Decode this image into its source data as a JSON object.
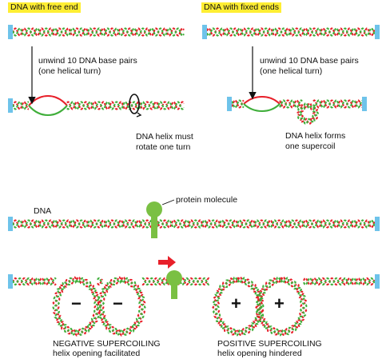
{
  "headers": {
    "free_end": "DNA with free end",
    "fixed_ends": "DNA with fixed ends"
  },
  "labels": {
    "unwind_left": "unwind 10 DNA base pairs\n(one helical turn)",
    "unwind_right": "unwind 10 DNA base pairs\n(one helical turn)",
    "helix_rotate": "DNA helix must\nrotate one turn",
    "helix_supercoil": "DNA helix forms\none supercoil",
    "dna": "DNA",
    "protein": "protein molecule",
    "negative_title": "NEGATIVE SUPERCOILING",
    "negative_sub": "helix opening facilitated",
    "positive_title": "POSITIVE SUPERCOILING",
    "positive_sub": "helix opening hindered",
    "minus_sign": "−",
    "plus_sign": "+"
  },
  "colors": {
    "strand_red": "#e8202a",
    "strand_green": "#3fae3a",
    "anchor_blue": "#6ec3ea",
    "protein_green": "#7ac043",
    "arrow_red": "#e8202a",
    "header_yellow": "#ffee33"
  }
}
